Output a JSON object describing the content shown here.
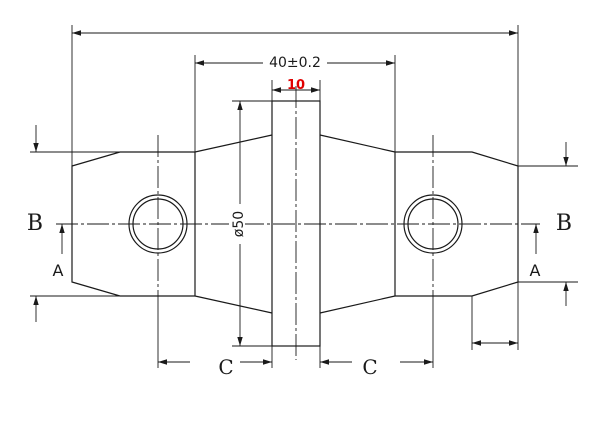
{
  "drawing": {
    "dimensions": {
      "center_span": "40±0.2",
      "flange_thickness": "10",
      "flange_diameter": "ø50",
      "offset_left": "C",
      "offset_right": "C"
    },
    "section_marks": {
      "left_b": "B",
      "right_b": "B",
      "left_a": "A",
      "right_a": "A"
    },
    "colors": {
      "line": "#1a1a1a",
      "highlight": "#e00000",
      "background": "#ffffff"
    }
  }
}
